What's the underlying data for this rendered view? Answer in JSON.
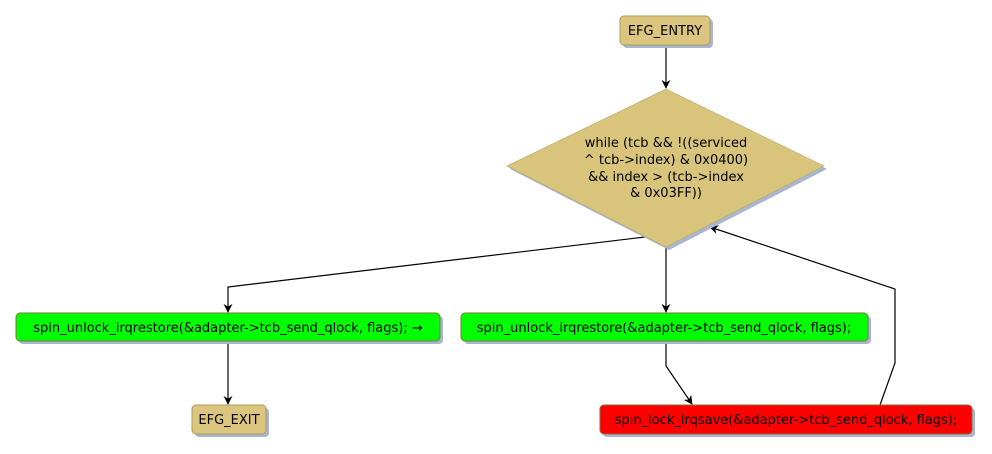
{
  "diagram": {
    "type": "control-flow-graph",
    "colors": {
      "terminal_fill": "#dcc67f",
      "terminal_stroke": "#a89a5a",
      "decision_fill": "#d9c47c",
      "action_fill": "#00ff00",
      "action_stroke": "#7a7a3a",
      "lock_fill": "#ff0000",
      "shadow": "#a9b6cf",
      "edge": "#000000"
    },
    "nodes": {
      "entry": {
        "label": "EFG_ENTRY"
      },
      "loop": {
        "label_lines": [
          "while (tcb && !((serviced",
          "^ tcb->index) & 0x0400)",
          "&& index > (tcb->index",
          "& 0x03FF))"
        ]
      },
      "unlock_exit": {
        "label": "spin_unlock_irqrestore(&adapter->tcb_send_qlock, flags); →"
      },
      "unlock_body": {
        "label": "spin_unlock_irqrestore(&adapter->tcb_send_qlock, flags);"
      },
      "exit": {
        "label": "EFG_EXIT"
      },
      "lock": {
        "label": "spin_lock_irqsave(&adapter->tcb_send_qlock, flags);"
      }
    },
    "edges": [
      {
        "from": "entry",
        "to": "loop"
      },
      {
        "from": "loop",
        "to": "unlock_exit"
      },
      {
        "from": "loop",
        "to": "unlock_body"
      },
      {
        "from": "unlock_exit",
        "to": "exit"
      },
      {
        "from": "unlock_body",
        "to": "lock"
      },
      {
        "from": "lock",
        "to": "loop"
      }
    ]
  }
}
